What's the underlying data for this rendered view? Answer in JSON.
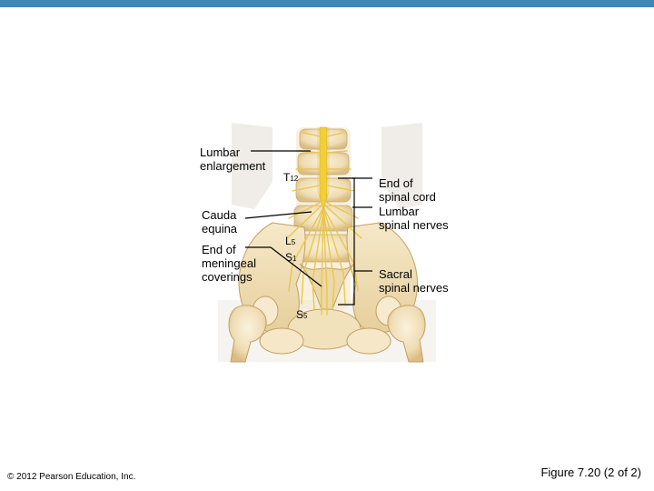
{
  "slide": {
    "accent_color": "#3d86b8",
    "copyright": "© 2012 Pearson Education, Inc.",
    "figure_number": "Figure 7.20 (2 of 2)"
  },
  "labels": {
    "lumbar_enlargement": "Lumbar\nenlargement",
    "cauda_equina": "Cauda\nequina",
    "end_meningeal": "End of\nmeningeal\ncoverings",
    "end_spinal_cord": "End of\nspinal cord",
    "lumbar_spinal_nerves": "Lumbar\nspinal nerves",
    "sacral_spinal_nerves": "Sacral\nspinal nerves"
  },
  "vertebra_markers": {
    "t12": {
      "letter": "T",
      "sub": "12"
    },
    "l5": {
      "letter": "L",
      "sub": "5"
    },
    "s1": {
      "letter": "S",
      "sub": "1"
    },
    "s5": {
      "letter": "S",
      "sub": "5"
    }
  }
}
